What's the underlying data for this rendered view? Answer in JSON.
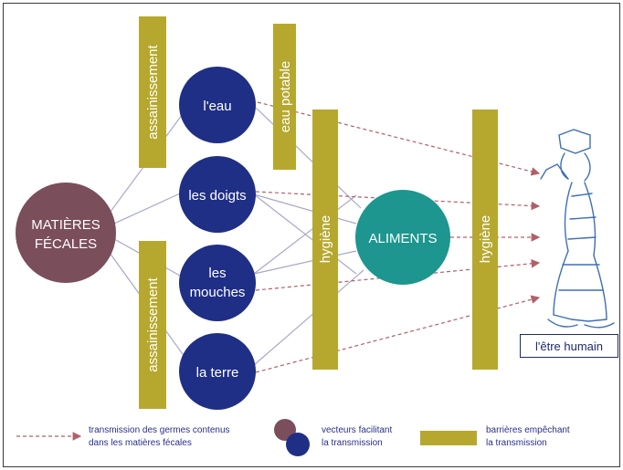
{
  "nodes": {
    "source": [
      "MATIÈRES",
      "FÉCALES"
    ],
    "eau": "l'eau",
    "doigts": "les doigts",
    "mouches": [
      "les",
      "mouches"
    ],
    "terre": "la terre",
    "aliments": "ALIMENTS"
  },
  "barriers": {
    "assainissement_top": "assainissement",
    "assainissement_bottom": "assainissement",
    "eau_potable": "eau potable",
    "hygiene_left": "hygiène",
    "hygiene_right": "hygiène"
  },
  "target": {
    "label": "l'être humain",
    "icon": "person-figure-icon"
  },
  "legend": {
    "transmission": [
      "transmission des germes contenus",
      "dans les matières fécales"
    ],
    "vectors": [
      "vecteurs facilitant",
      "la transmission"
    ],
    "barriers": [
      "barrières empêchant",
      "la transmission"
    ]
  },
  "colors": {
    "source": "#7b4e5c",
    "vector": "#1f2f86",
    "aliments": "#1c968e",
    "barrier": "#b6a82e",
    "arrow": "#b0606a",
    "connector": "#a8a8c8",
    "text_blue": "#2a2f8a"
  }
}
